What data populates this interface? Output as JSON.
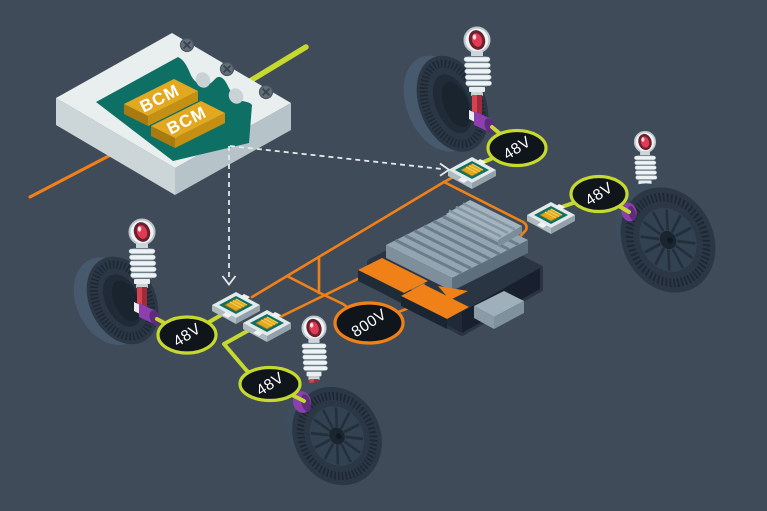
{
  "scene": {
    "description": "Isometric technical illustration of an electric vehicle 800V / 48V electrical architecture: a BCM control module, a central high-voltage battery pack, four wheel corner modules with active suspension actuators, DC converter boards and voltage badges on the wiring.",
    "background_color": "#404b59"
  },
  "colors": {
    "wire_48v": "#c6d92f",
    "wire_800v": "#f08119",
    "badge_fill": "#10151b",
    "badge_text": "#ffffff",
    "dashed_link": "#e3e9ec",
    "pcb_teal": "#0e7065",
    "chip_gold": "#e2a81f",
    "actuator_purple": "#8d3fae",
    "damper_red": "#d8414f"
  },
  "bcm_module": {
    "chips": [
      {
        "label": "BCM"
      },
      {
        "label": "BCM"
      }
    ]
  },
  "badges": {
    "top_wheel": "48V",
    "right_wheel": "48V",
    "left_wheel": "48V",
    "bottom_wheel": "48V",
    "battery": "800V"
  },
  "components": [
    "body-control-module",
    "high-voltage-battery-pack",
    "dc-converter-board-top",
    "dc-converter-board-right",
    "dc-converter-board-left-1",
    "dc-converter-board-left-2",
    "wheel-top",
    "wheel-right",
    "wheel-left",
    "wheel-bottom",
    "suspension-strut-top",
    "suspension-strut-right",
    "suspension-strut-left",
    "suspension-strut-bottom",
    "dashed-data-link-to-top-board",
    "dashed-data-link-to-left-board"
  ]
}
